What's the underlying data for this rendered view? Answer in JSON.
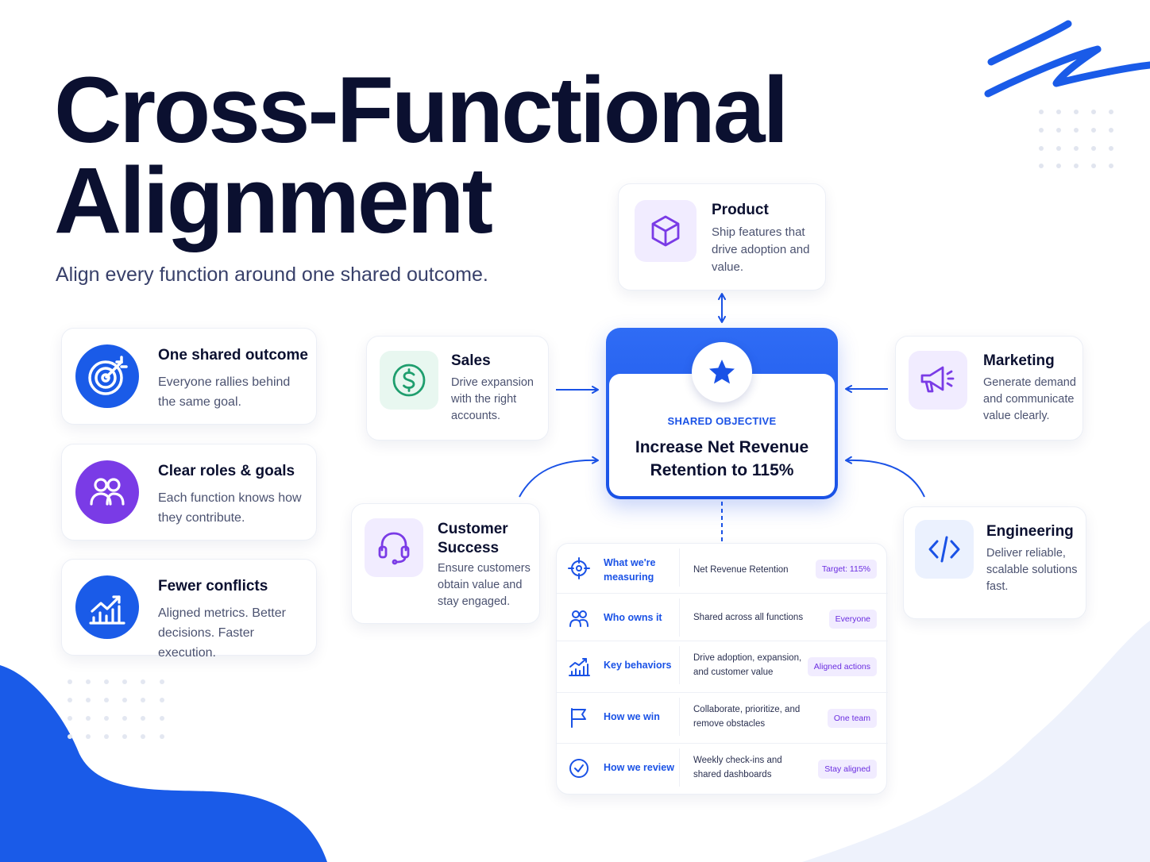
{
  "title_line1": "Cross-Functional",
  "title_line2": "Alignment",
  "subtitle": "Align every function around one shared outcome.",
  "benefits": [
    {
      "title": "One shared outcome",
      "text": "Everyone rallies behind the same goal.",
      "icon": "target-icon",
      "color": "#1a5be8"
    },
    {
      "title": "Clear roles & goals",
      "text": "Each function knows how they contribute.",
      "icon": "people-icon",
      "color": "#7a3be6"
    },
    {
      "title": "Fewer conflicts",
      "text": "Aligned metrics. Better decisions. Faster execution.",
      "icon": "growth-chart-icon",
      "color": "#1a5be8"
    }
  ],
  "functions": {
    "product": {
      "title": "Product",
      "text": "Ship features that drive adoption and value.",
      "icon": "cube-icon"
    },
    "sales": {
      "title": "Sales",
      "text": "Drive expansion with the right accounts.",
      "icon": "dollar-icon"
    },
    "marketing": {
      "title": "Marketing",
      "text": "Generate demand and communicate value clearly.",
      "icon": "megaphone-icon"
    },
    "customer_success": {
      "title": "Customer Success",
      "text": "Ensure customers obtain value and stay engaged.",
      "icon": "headset-icon"
    },
    "engineering": {
      "title": "Engineering",
      "text": "Deliver reliable, scalable solutions fast.",
      "icon": "code-icon"
    }
  },
  "objective": {
    "label": "SHARED OBJECTIVE",
    "value": "Increase Net Revenue Retention to 115%",
    "icon": "star-icon"
  },
  "table": [
    {
      "key": "What we're measuring",
      "value": "Net Revenue Retention",
      "tag": "Target: 115%",
      "icon": "crosshair-icon"
    },
    {
      "key": "Who owns it",
      "value": "Shared across all functions",
      "tag": "Everyone",
      "icon": "people-icon"
    },
    {
      "key": "Key behaviors",
      "value": "Drive adoption, expansion, and customer value",
      "tag": "Aligned actions",
      "icon": "growth-chart-icon"
    },
    {
      "key": "How we win",
      "value": "Collaborate, prioritize, and remove obstacles",
      "tag": "One team",
      "icon": "flag-icon"
    },
    {
      "key": "How we review",
      "value": "Weekly check-ins and shared dashboards",
      "tag": "Stay aligned",
      "icon": "check-circle-icon"
    }
  ],
  "colors": {
    "primary": "#1a52e6",
    "purple": "#7a3be6",
    "green": "#1f9e6e",
    "dark": "#0b1030"
  }
}
